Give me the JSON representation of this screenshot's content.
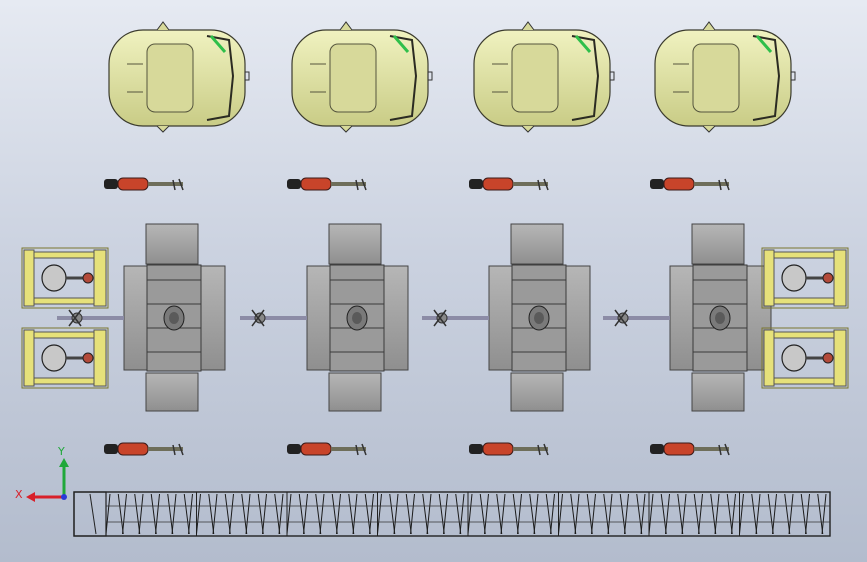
{
  "viewport": {
    "background_top": "#e6eaf2",
    "background_bottom": "#b3bccd"
  },
  "scene": {
    "cars": {
      "count": 4,
      "body_color": "#e4e6a6",
      "accent_color": "#2fbf4a"
    },
    "welding_guns": {
      "count": 8,
      "color": "#c8442a"
    },
    "robot_cells": {
      "count": 4,
      "pad_color": "#a3a3a3"
    },
    "fixture_stations": {
      "count": 4,
      "frame_color": "#e6e17a"
    },
    "conveyor": {
      "segments": 8
    }
  },
  "triad": {
    "x_label": "X",
    "y_label": "Y",
    "x_color": "#d8202a",
    "y_color": "#20a83a",
    "z_color": "#2a3ad8"
  }
}
